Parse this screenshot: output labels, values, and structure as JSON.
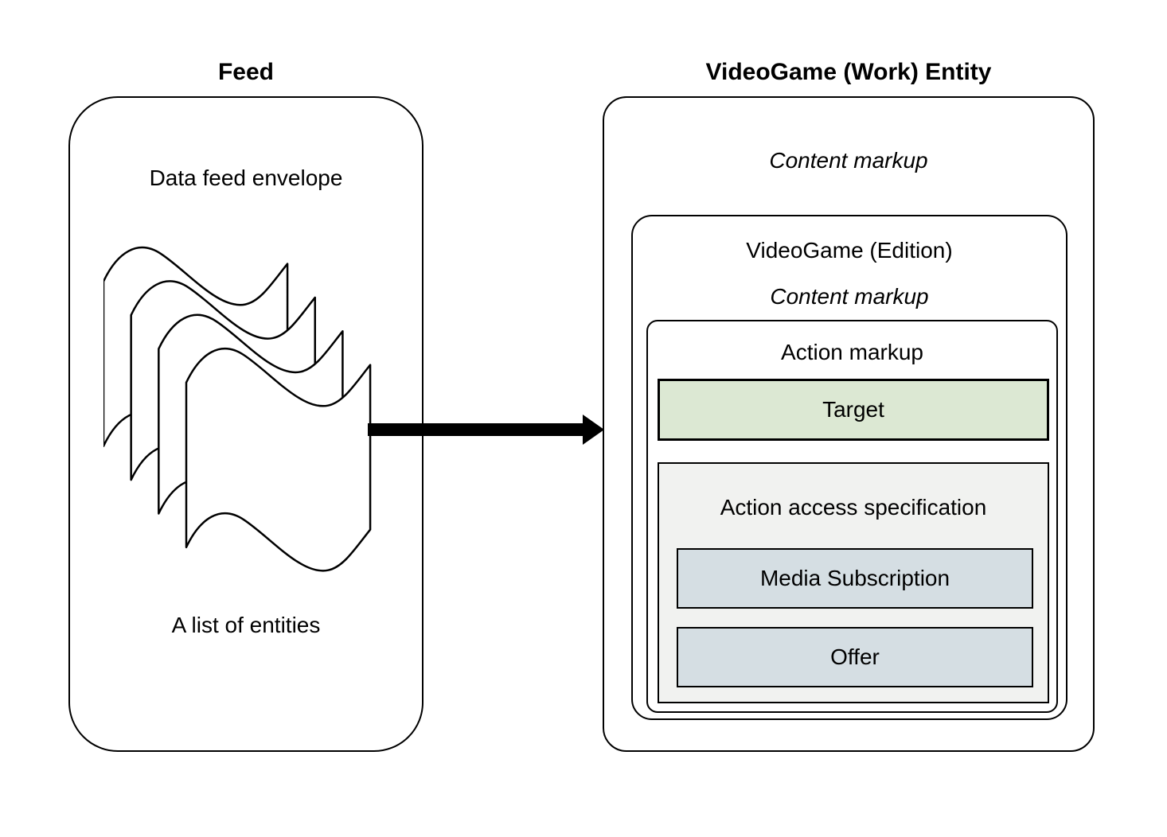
{
  "feed": {
    "title": "Feed",
    "envelope_label": "Data feed envelope",
    "entities_label": "A list of entities"
  },
  "entity": {
    "title": "VideoGame (Work) Entity",
    "content_markup_label": "Content markup",
    "edition": {
      "label": "VideoGame (Edition)",
      "content_markup_label": "Content markup",
      "action": {
        "label": "Action markup",
        "target": {
          "label": "Target"
        },
        "access": {
          "label": "Action access specification",
          "options": [
            {
              "label": "Media Subscription"
            },
            {
              "label": "Offer"
            }
          ]
        }
      }
    }
  },
  "colors": {
    "line": "#000000",
    "target_fill": "#dce8d3",
    "access_fill": "#f1f2f0",
    "option_fill": "#d5dee3",
    "page_background": "#ffffff"
  }
}
